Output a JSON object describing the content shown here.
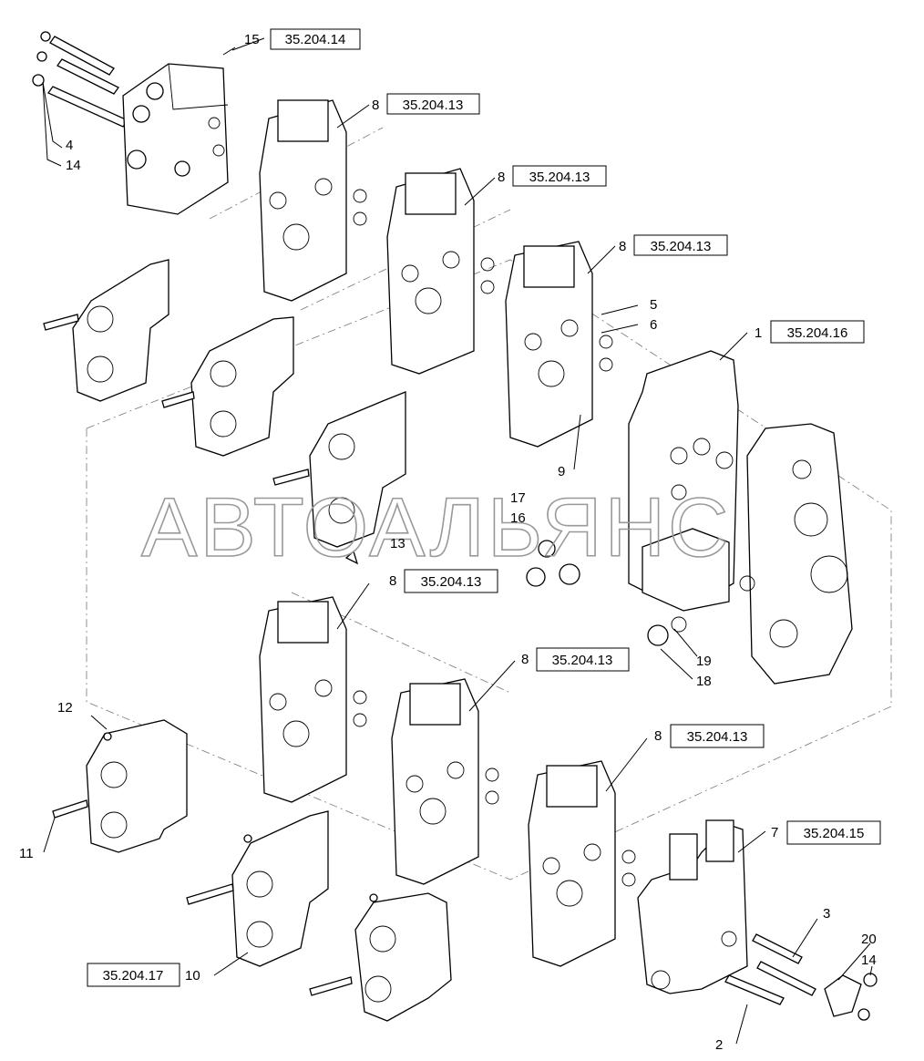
{
  "watermark": "АВТОАЛЬЯНС",
  "callouts": [
    {
      "id": "c15",
      "num": "15",
      "ref": "35.204.14"
    },
    {
      "id": "c8a",
      "num": "8",
      "ref": "35.204.13"
    },
    {
      "id": "c8b",
      "num": "8",
      "ref": "35.204.13"
    },
    {
      "id": "c8c",
      "num": "8",
      "ref": "35.204.13"
    },
    {
      "id": "c1",
      "num": "1",
      "ref": "35.204.16"
    },
    {
      "id": "c8d",
      "num": "8",
      "ref": "35.204.13"
    },
    {
      "id": "c8e",
      "num": "8",
      "ref": "35.204.13"
    },
    {
      "id": "c8f",
      "num": "8",
      "ref": "35.204.13"
    },
    {
      "id": "c7",
      "num": "7",
      "ref": "35.204.15"
    },
    {
      "id": "c10",
      "num": "10",
      "ref": "35.204.17"
    }
  ],
  "labels": [
    {
      "id": "l4",
      "num": "4"
    },
    {
      "id": "l14a",
      "num": "14"
    },
    {
      "id": "l5",
      "num": "5"
    },
    {
      "id": "l6",
      "num": "6"
    },
    {
      "id": "l9",
      "num": "9"
    },
    {
      "id": "l17",
      "num": "17"
    },
    {
      "id": "l16",
      "num": "16"
    },
    {
      "id": "l13",
      "num": "13"
    },
    {
      "id": "l19",
      "num": "19"
    },
    {
      "id": "l18",
      "num": "18"
    },
    {
      "id": "l12",
      "num": "12"
    },
    {
      "id": "l11",
      "num": "11"
    },
    {
      "id": "l3",
      "num": "3"
    },
    {
      "id": "l20",
      "num": "20"
    },
    {
      "id": "l14b",
      "num": "14"
    },
    {
      "id": "l2",
      "num": "2"
    }
  ]
}
